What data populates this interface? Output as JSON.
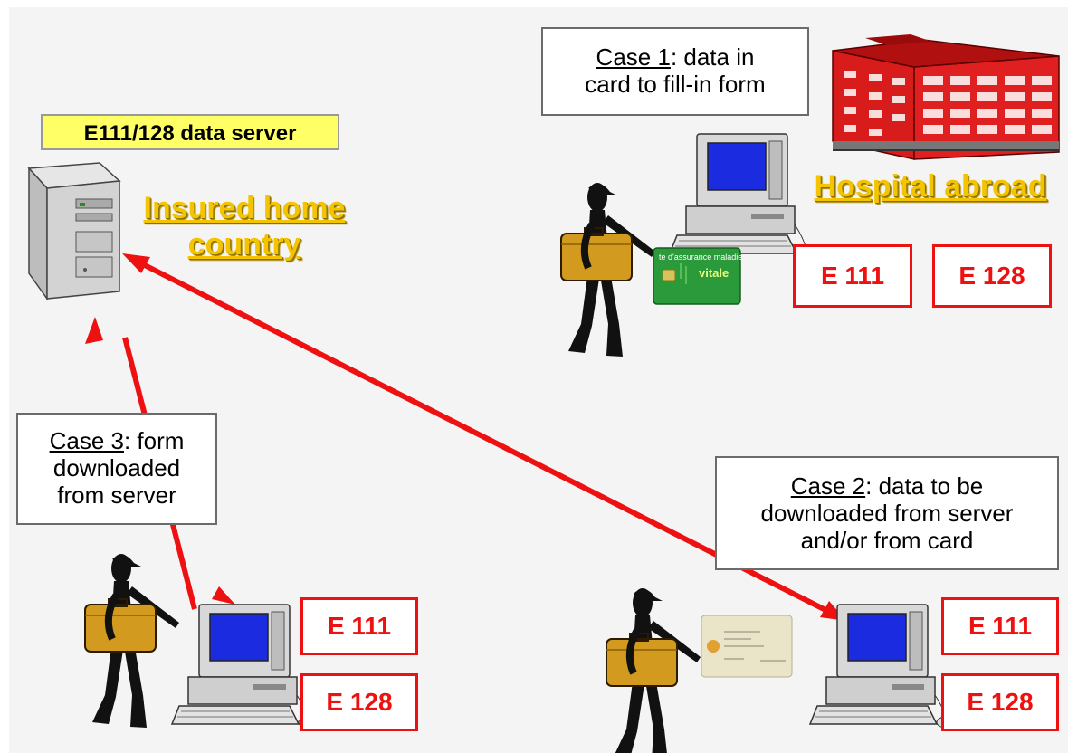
{
  "server": {
    "label": "E111/128 data server"
  },
  "home_country": {
    "line1": "Insured home",
    "line2": "country"
  },
  "hospital": {
    "label": "Hospital abroad"
  },
  "case1": {
    "case_label": "Case 1",
    "rest_line1": ": data in",
    "line2": "card to fill-in form"
  },
  "case2": {
    "case_label": "Case 2",
    "rest_line1": ": data to be",
    "line2": "downloaded from server",
    "line3": "and/or from card"
  },
  "case3": {
    "case_label": "Case 3",
    "rest_line1": ": form",
    "line2": "downloaded",
    "line3": "from server"
  },
  "forms": {
    "e111": "E 111",
    "e128": "E 128"
  },
  "card": {
    "top_text": "te d'assurance maladie",
    "brand": "vitale"
  },
  "colors": {
    "arrow": "#ee1111",
    "form_border": "#ee1111",
    "title_yellow": "#f5c400",
    "server_label_bg": "#ffff66",
    "card_green": "#2a9a3a"
  }
}
